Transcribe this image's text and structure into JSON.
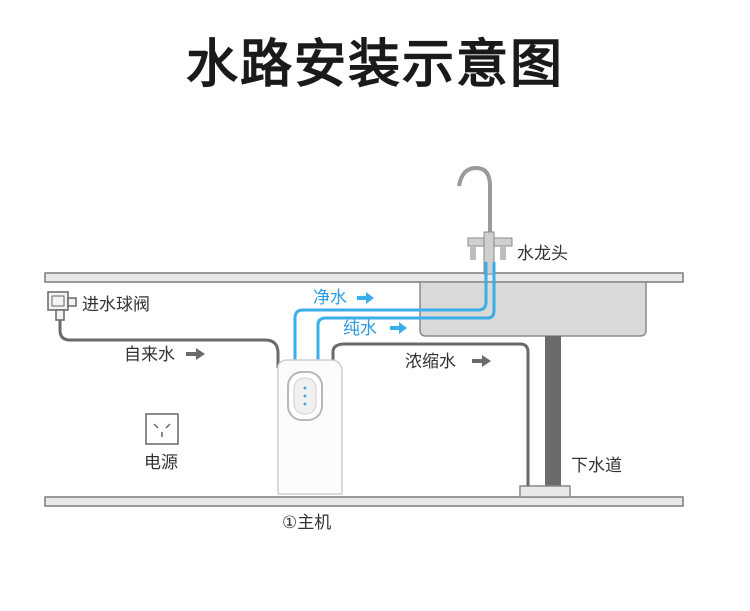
{
  "title": "水路安装示意图",
  "labels": {
    "faucet": "水龙头",
    "inlet_valve": "进水球阀",
    "pure_water_top": "净水",
    "pure_water": "纯水",
    "tap_water": "自来水",
    "concentrate": "浓缩水",
    "power": "电源",
    "drain": "下水道",
    "host": "①主机"
  },
  "colors": {
    "pipe_gray": "#6a6a6a",
    "pipe_blue": "#3aaee8",
    "shelf": "#e6e6e6",
    "sink": "#d8d8d8",
    "text": "#333333"
  }
}
